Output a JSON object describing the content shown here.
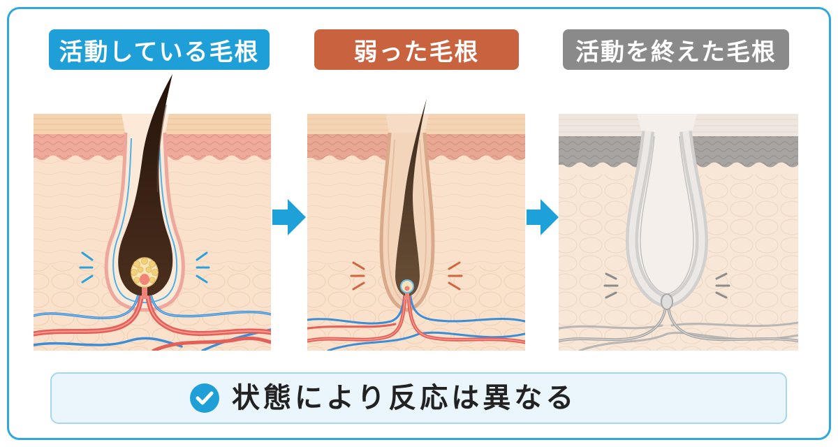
{
  "stages": [
    {
      "label": "活動している毛根",
      "color": "#1e9fd8"
    },
    {
      "label": "弱った毛根",
      "color": "#c8623f"
    },
    {
      "label": "活動を終えた毛根",
      "color": "#8a8a8a"
    }
  ],
  "transition_icon": "arrow-right-icon",
  "summary": {
    "icon": "check-circle-icon",
    "text": "状態により反応は異なる"
  },
  "colors": {
    "frame": "#2ea8dc",
    "arrow": "#1ea0d8",
    "summary_bg": "#eaf5fc",
    "summary_border": "#a7d6ef",
    "summary_text": "#222222",
    "active_accent": "#2aa3dc",
    "weak_accent": "#d0663f",
    "inactive_accent": "#8c8c8c"
  }
}
